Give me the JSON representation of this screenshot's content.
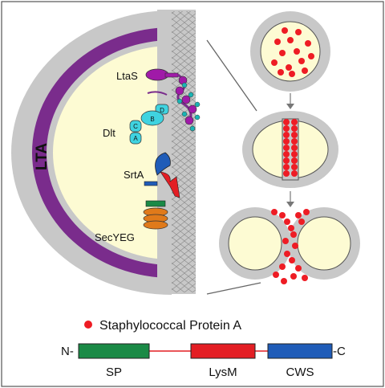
{
  "labels": {
    "lta": "LTA",
    "ltas": "LtaS",
    "dlt": "Dlt",
    "srta": "SrtA",
    "secyeg": "SecYEG",
    "dlt_b": "B",
    "dlt_c": "C",
    "dlt_a": "A",
    "dlt_d": "D"
  },
  "legend": {
    "protein_a": "Staphylococcal Protein A"
  },
  "domain_bar": {
    "n_terminus": "N-",
    "c_terminus": "-C",
    "domains": [
      {
        "name": "SP",
        "color": "#1a8a46"
      },
      {
        "name": "LysM",
        "color": "#e31e24"
      },
      {
        "name": "CWS",
        "color": "#1f5cb8"
      }
    ]
  },
  "colors": {
    "cytoplasm": "#fdfbd3",
    "cell_wall": "#c8c8c8",
    "lta": "#7a2c8c",
    "protein_a_dot": "#ee1c24",
    "dlt": "#3fd3e0",
    "ltas": "#a01aa8",
    "srta": "#1f5cb8",
    "secyeg": "#e07a1a"
  }
}
